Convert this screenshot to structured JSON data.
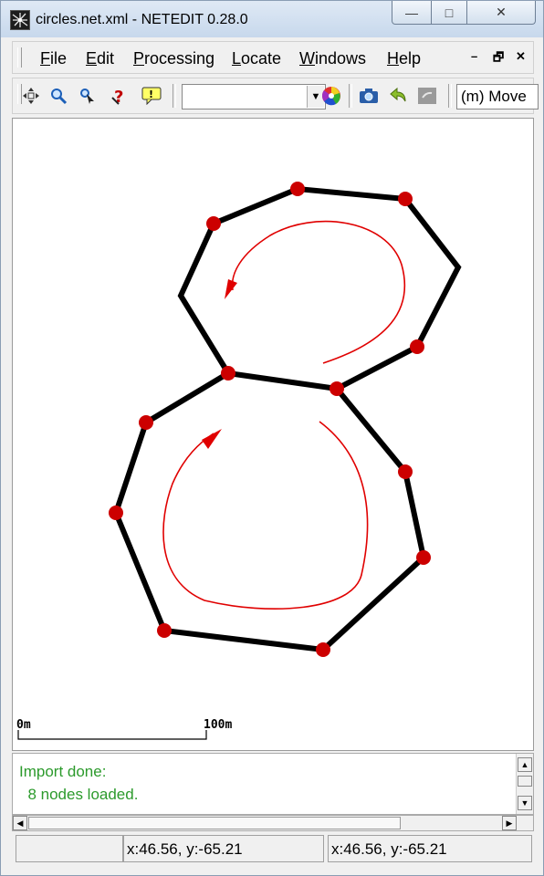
{
  "window": {
    "title": "circles.net.xml - NETEDIT 0.28.0",
    "controls": {
      "minimize": "—",
      "maximize": "□",
      "close": "✕"
    }
  },
  "menubar": {
    "items": [
      {
        "label": "File",
        "accel": "F"
      },
      {
        "label": "Edit",
        "accel": "E"
      },
      {
        "label": "Processing",
        "accel": "P"
      },
      {
        "label": "Locate",
        "accel": "L"
      },
      {
        "label": "Windows",
        "accel": "W"
      },
      {
        "label": "Help",
        "accel": "H"
      }
    ],
    "mdi_controls": {
      "minimize": "–",
      "restore": "🗗",
      "close": "✕"
    }
  },
  "toolbar": {
    "buttons": [
      {
        "name": "recenter-view-icon"
      },
      {
        "name": "zoom-icon"
      },
      {
        "name": "locate-junction-icon"
      },
      {
        "name": "query-info-icon"
      },
      {
        "name": "tooltip-icon"
      }
    ],
    "scheme_combo_value": "",
    "after_combo_buttons": [
      {
        "name": "color-wheel-icon"
      },
      {
        "name": "screenshot-icon"
      },
      {
        "name": "undo-icon"
      },
      {
        "name": "redo-icon"
      }
    ],
    "mode_label": "(m) Move"
  },
  "canvas": {
    "background": "#ffffff",
    "node_color": "#cc0000",
    "edge_color": "#000000",
    "annotation_color": "#e00000",
    "scale_bar": {
      "start_label": "0m",
      "end_label": "100m"
    }
  },
  "log": {
    "lines": [
      "Import done:",
      "  8 nodes loaded."
    ]
  },
  "statusbar": {
    "cell1": "",
    "cell2": "x:46.56, y:-65.21",
    "cell3": "x:46.56, y:-65.21"
  }
}
